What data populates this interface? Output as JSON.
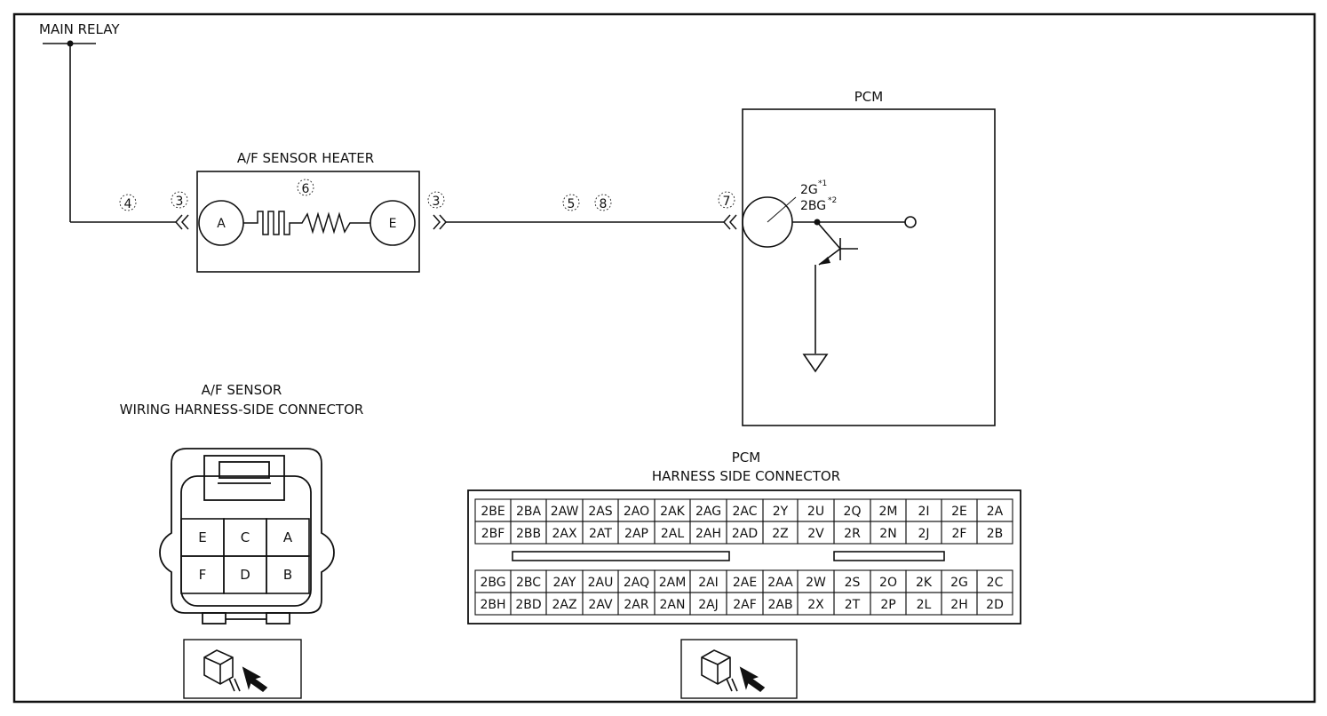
{
  "labels": {
    "main_relay": "MAIN RELAY",
    "sensor_heater": "A/F SENSOR HEATER",
    "pcm": "PCM",
    "pcm_pin_1": "2G",
    "pcm_pin_1_sup": "*1",
    "pcm_pin_2": "2BG",
    "pcm_pin_2_sup": "*2",
    "terminal_a": "A",
    "terminal_e": "E"
  },
  "callouts": {
    "wire_main": "4",
    "conn_left": "3",
    "heater": "6",
    "conn_right": "3",
    "wire_mid_1": "5",
    "wire_mid_2": "8",
    "conn_pcm": "7"
  },
  "af_connector": {
    "title_line1": "A/F SENSOR",
    "title_line2": "WIRING HARNESS-SIDE CONNECTOR",
    "pins": [
      [
        "E",
        "C",
        "A"
      ],
      [
        "F",
        "D",
        "B"
      ]
    ]
  },
  "pcm_connector": {
    "title_line1": "PCM",
    "title_line2": "HARNESS SIDE CONNECTOR",
    "upper_rows": [
      [
        "2BE",
        "2BA",
        "2AW",
        "2AS",
        "2AO",
        "2AK",
        "2AG",
        "2AC",
        "2Y",
        "2U",
        "2Q",
        "2M",
        "2I",
        "2E",
        "2A"
      ],
      [
        "2BF",
        "2BB",
        "2AX",
        "2AT",
        "2AP",
        "2AL",
        "2AH",
        "2AD",
        "2Z",
        "2V",
        "2R",
        "2N",
        "2J",
        "2F",
        "2B"
      ]
    ],
    "lower_rows": [
      [
        "2BG",
        "2BC",
        "2AY",
        "2AU",
        "2AQ",
        "2AM",
        "2AI",
        "2AE",
        "2AA",
        "2W",
        "2S",
        "2O",
        "2K",
        "2G",
        "2C"
      ],
      [
        "2BH",
        "2BD",
        "2AZ",
        "2AV",
        "2AR",
        "2AN",
        "2AJ",
        "2AF",
        "2AB",
        "2X",
        "2T",
        "2P",
        "2L",
        "2H",
        "2D"
      ]
    ]
  }
}
